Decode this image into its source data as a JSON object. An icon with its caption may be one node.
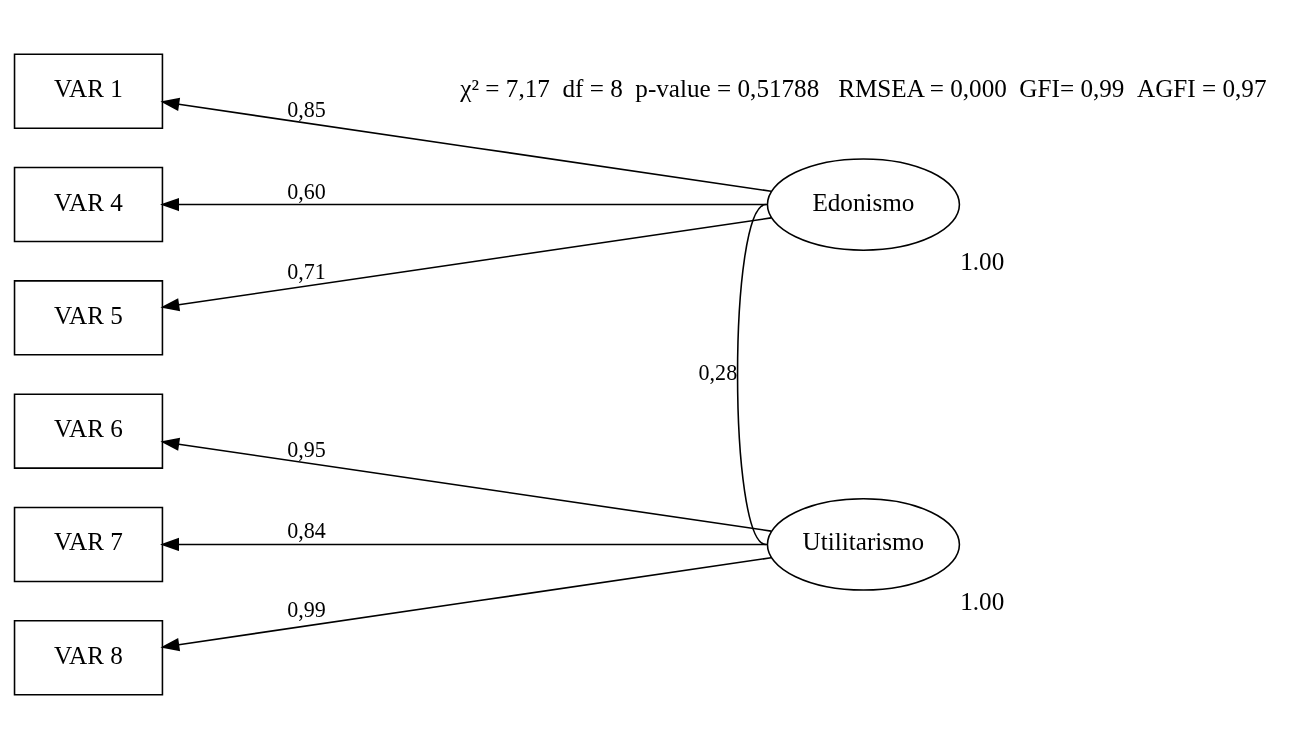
{
  "diagram": {
    "nodes": [
      {
        "text": [
          "VAR 1"
        ]
      },
      {
        "text": [
          "VAR 4"
        ]
      },
      {
        "text": [
          "VAR 5"
        ]
      },
      {
        "text": [
          "VAR 6"
        ]
      },
      {
        "text": [
          "VAR 7"
        ]
      },
      {
        "text": [
          "VAR 8"
        ]
      },
      {
        "text": [
          "Edonismo"
        ],
        "beside": [
          "1.00"
        ]
      },
      {
        "text": [
          "Utilitarismo"
        ],
        "beside": [
          "1.00"
        ]
      }
    ],
    "edges": [
      {
        "from": 6,
        "to": 0,
        "arrow": "to",
        "label": "0,85"
      },
      {
        "from": 6,
        "to": 1,
        "arrow": "to",
        "label": "0,60"
      },
      {
        "from": 6,
        "to": 2,
        "arrow": "to",
        "label": "0,71"
      },
      {
        "from": 7,
        "to": 3,
        "arrow": "to",
        "label": "0,95"
      },
      {
        "from": 7,
        "to": 4,
        "arrow": "to",
        "label": "0,84"
      },
      {
        "from": 7,
        "to": 5,
        "arrow": "to",
        "label": "0,99"
      },
      {
        "from": 6,
        "to": 7,
        "arrow": "none",
        "label": "0,28"
      }
    ],
    "labels": [
      "χ² = 7,17  df = 8  p-value = 0,51788   RMSEA = 0,000  GFI= 0,99  AGFI = 0,97"
    ]
  }
}
